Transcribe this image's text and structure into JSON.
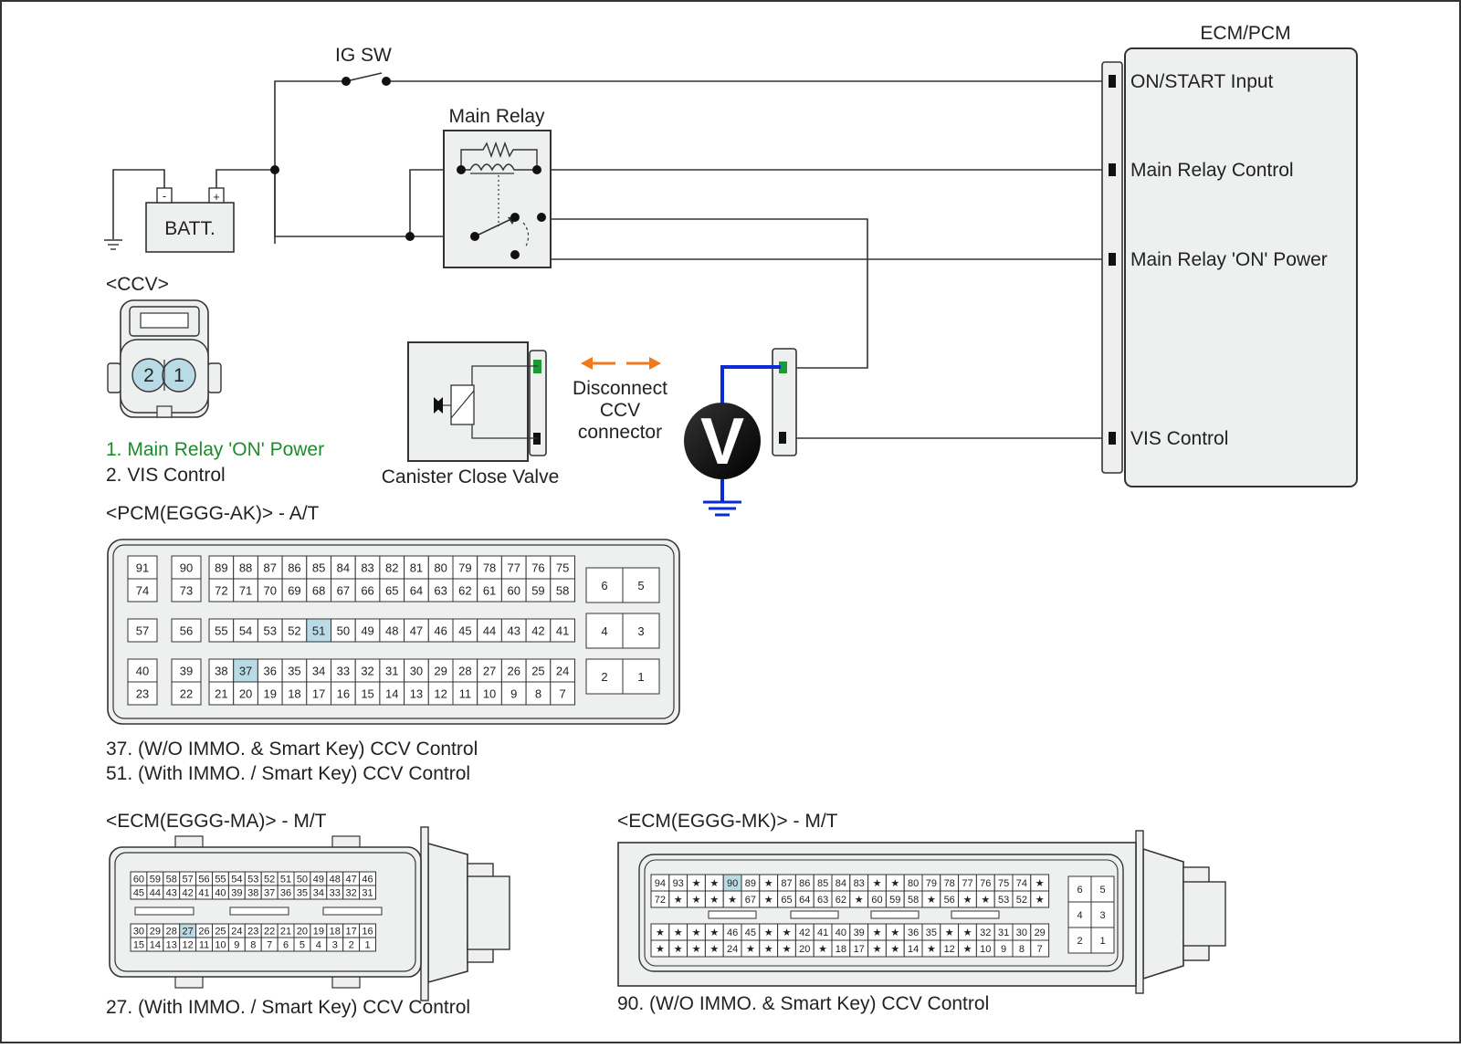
{
  "circuit": {
    "ig_sw": "IG SW",
    "batt": "BATT.",
    "batt_minus": "-",
    "batt_plus": "+",
    "main_relay": "Main Relay",
    "ecm_title": "ECM/PCM",
    "ecm_pins": [
      "ON/START Input",
      "Main Relay Control",
      "Main Relay 'ON' Power",
      "VIS Control"
    ],
    "valve": "Canister Close Valve",
    "disconnect": [
      "Disconnect",
      "CCV",
      "connector"
    ],
    "voltmeter": "V"
  },
  "ccv": {
    "title": "<CCV>",
    "pin1": "1",
    "pin2": "2",
    "legend1": "1. Main Relay 'ON' Power",
    "legend2": "2. VIS Control"
  },
  "pcm": {
    "title": "<PCM(EGGG-AK)> - A/T",
    "notes": [
      "37. (W/O IMMO. & Smart Key) CCV Control",
      "51. (With IMMO. / Smart Key) CCV Control"
    ]
  },
  "ecm_ma": {
    "title": "<ECM(EGGG-MA)> - M/T",
    "note": "27. (With IMMO. / Smart Key) CCV Control"
  },
  "ecm_mk": {
    "title": "<ECM(EGGG-MK)> - M/T",
    "note": "90. (W/O IMMO. & Smart Key) CCV Control"
  },
  "colors": {
    "highlight": "#b9dbe6",
    "blue_wire": "#0a2bd6",
    "green_legend": "#1e8a2e",
    "orange_arrow": "#f07a1e"
  }
}
